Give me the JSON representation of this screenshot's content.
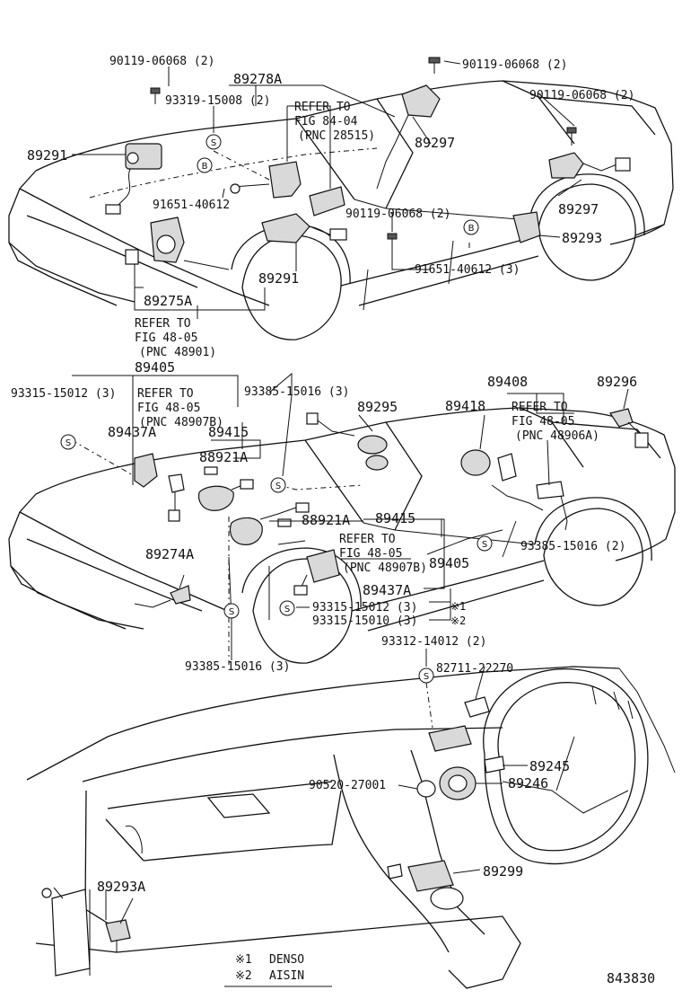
{
  "labels": {
    "c1_90119_a": "90119-06068 (2)",
    "c1_90119_b": "90119-06068 (2)",
    "c1_90119_c": "90119-06068 (2)",
    "c1_89278a": "89278A",
    "c1_93319": "93319-15008 (2)",
    "c1_refer1": "REFER TO",
    "c1_fig1": "FIG 84-04",
    "c1_pnc1": "(PNC 28515)",
    "c1_89291a": "89291",
    "c1_89297a": "89297",
    "c1_91651a": "91651-40612",
    "c1_90119_d": "90119-06068 (2)",
    "c1_89297b": "89297",
    "c1_89293": "89293",
    "c1_91651b": "91651-40612 (3)",
    "c1_89291b": "89291",
    "c1_89275a": "89275A",
    "c1_refer2": "REFER TO",
    "c1_fig2": "FIG 48-05",
    "c1_pnc2": "(PNC 48901)",
    "c2_89405a": "89405",
    "c2_93315a": "93315-15012 (3)",
    "c2_refer3": "REFER TO",
    "c2_fig3": "FIG 48-05",
    "c2_pnc3": "(PNC 48907B)",
    "c2_93385a": "93385-15016 (3)",
    "c2_89408": "89408",
    "c2_89296": "89296",
    "c2_89295": "89295",
    "c2_89418": "89418",
    "c2_refer4": "REFER TO",
    "c2_fig4": "FIG 48-05",
    "c2_pnc4": "(PNC 48906A)",
    "c2_89437a_a": "89437A",
    "c2_89415a": "89415",
    "c2_88921a_a": "88921A",
    "c2_88921a_b": "88921A",
    "c2_89415b": "89415",
    "c2_89274a": "89274A",
    "c2_refer5": "REFER TO",
    "c2_fig5": "FIG 48-05",
    "c2_pnc5": "(PNC 48907B)",
    "c2_89405b": "89405",
    "c2_93385b": "93385-15016 (2)",
    "c2_89437a_b": "89437A",
    "c2_93315b": "93315-15012 (3)",
    "c2_93315c": "93315-15010 (3)",
    "c2_note1": "※1",
    "c2_note2": "※2",
    "c2_93385c": "93385-15016 (3)",
    "d_93312": "93312-14012 (2)",
    "d_82711": "82711-22270",
    "d_89245": "89245",
    "d_90520": "90520-27001",
    "d_89246": "89246",
    "d_89299": "89299",
    "d_89293a": "89293A",
    "legend1_mark": "※1",
    "legend1_text": "DENSO",
    "legend2_mark": "※2",
    "legend2_text": "AISIN",
    "fig_number": "843830"
  },
  "markers": {
    "s": "S",
    "b": "B"
  }
}
